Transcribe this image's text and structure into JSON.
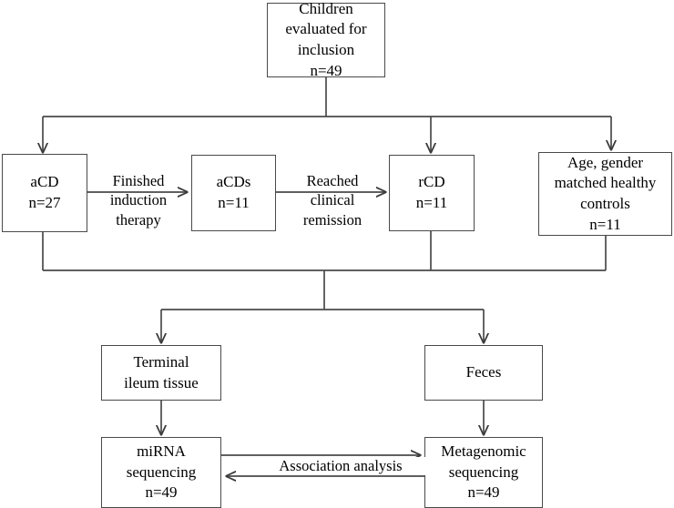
{
  "diagram": {
    "title": "Study design flowchart",
    "line_color": "#4a4a4a",
    "text_color": "#000000",
    "background": "#ffffff",
    "nodes": {
      "children": {
        "lines": [
          "Children",
          "evaluated for",
          "inclusion",
          "n=49"
        ]
      },
      "acd": {
        "lines": [
          "aCD",
          "n=27"
        ]
      },
      "acds": {
        "lines": [
          "aCDs",
          "n=11"
        ]
      },
      "rcd": {
        "lines": [
          "rCD",
          "n=11"
        ]
      },
      "controls": {
        "lines": [
          "Age, gender",
          "matched healthy",
          "controls",
          "n=11"
        ]
      },
      "terminal_ileum": {
        "lines": [
          "Terminal",
          "ileum tissue"
        ]
      },
      "feces": {
        "lines": [
          "Feces"
        ]
      },
      "mirna": {
        "lines": [
          "miRNA",
          "sequencing",
          "n=49"
        ]
      },
      "metagenomic": {
        "lines": [
          "Metagenomic",
          "sequencing",
          "n=49"
        ]
      }
    },
    "edge_labels": {
      "finished_induction": {
        "lines": [
          "Finished",
          "induction",
          "therapy"
        ]
      },
      "reached_remission": {
        "lines": [
          "Reached",
          "clinical",
          "remission"
        ]
      },
      "association": {
        "text": "Association analysis"
      }
    }
  }
}
